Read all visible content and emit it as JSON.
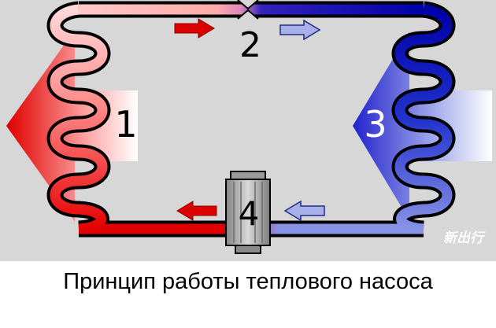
{
  "diagram": {
    "labels": {
      "condenser": "1",
      "expansion_valve": "2",
      "evaporator": "3",
      "compressor": "4"
    },
    "watermark": "新出行",
    "colors": {
      "background": "#d7d7d7",
      "hot": "#dd0000",
      "hot_light": "#ffc4c4",
      "cold": "#0000aa",
      "cold_light": "#a8b0ea",
      "compressor_gray": "#b5b5b5"
    },
    "icons": {
      "heat_output_arrow": "◀",
      "heat_source_arrow": "◀",
      "flow_hot_top_arrow": "→",
      "flow_cold_top_arrow": "→",
      "flow_hot_bottom_arrow": "←",
      "flow_cold_bottom_arrow": "←"
    }
  },
  "caption": "Принцип работы теплового насоса"
}
